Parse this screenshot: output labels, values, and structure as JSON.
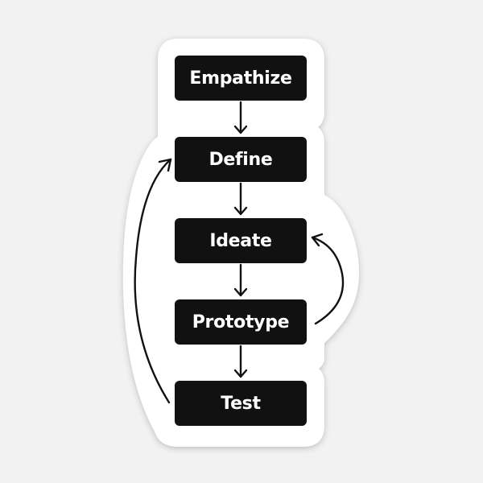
{
  "diagram": {
    "steps": [
      {
        "id": "empathize",
        "label": "Empathize"
      },
      {
        "id": "define",
        "label": "Define"
      },
      {
        "id": "ideate",
        "label": "Ideate"
      },
      {
        "id": "prototype",
        "label": "Prototype"
      },
      {
        "id": "test",
        "label": "Test"
      }
    ],
    "edges": [
      {
        "from": "empathize",
        "to": "define",
        "kind": "straight"
      },
      {
        "from": "define",
        "to": "ideate",
        "kind": "straight"
      },
      {
        "from": "ideate",
        "to": "prototype",
        "kind": "straight"
      },
      {
        "from": "prototype",
        "to": "test",
        "kind": "straight"
      },
      {
        "from": "prototype",
        "to": "ideate",
        "kind": "loop-right"
      },
      {
        "from": "test",
        "to": "define",
        "kind": "loop-left"
      }
    ]
  },
  "colors": {
    "background": "#f2f2f2",
    "sticker": "#ffffff",
    "box": "#111111",
    "box_text": "#ffffff",
    "arrow": "#111111"
  }
}
